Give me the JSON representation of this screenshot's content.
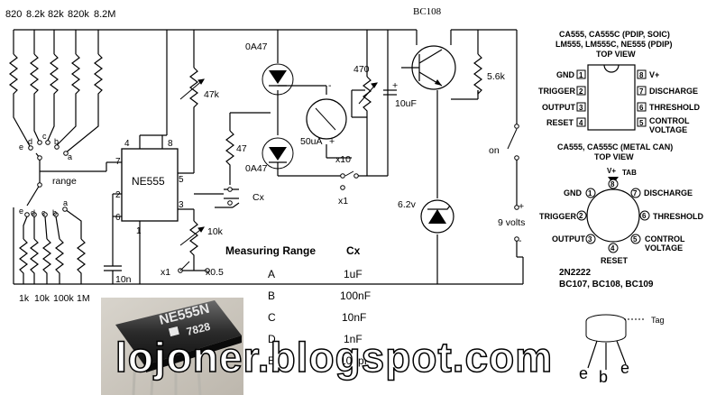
{
  "top_labels": {
    "resistors_top": [
      "820",
      "8.2k",
      "82k",
      "820k",
      "8.2M"
    ],
    "transistor": "BC108"
  },
  "component_labels": {
    "diode_top": "0A47",
    "diode_bottom": "0A47",
    "r_47k": "47k",
    "r_47": "47",
    "r_470": "470",
    "r_5_6k": "5.6k",
    "cap_10uF": "10uF",
    "meter": "50uA",
    "meter_plus": "+",
    "meter_minus": "-",
    "cap_plus": "+",
    "x10": "x10",
    "x1_mid": "x1",
    "cx": "Cx",
    "zener": "6.2v",
    "on": "on",
    "battery_plus": "+",
    "battery": "9 volts",
    "battery_minus": "-",
    "r_10k_pot": "10k",
    "x1_bottom": "x1",
    "x05": "x0.5",
    "cap_10n": "10n",
    "range": "range",
    "resistors_bottom": [
      "1k",
      "10k",
      "100k",
      "1M"
    ],
    "switch_top_letters": [
      "e",
      "d",
      "c",
      "b",
      "a"
    ],
    "switch_bottom_letters": [
      "e",
      "d",
      "c",
      "b",
      "a"
    ]
  },
  "ic": {
    "name": "NE555",
    "pins": {
      "p1": "1",
      "p2": "2",
      "p3": "3",
      "p4": "4",
      "p5": "5",
      "p6": "6",
      "p7": "7",
      "p8": "8"
    }
  },
  "range_table": {
    "header_range": "Measuring Range",
    "header_cx": "Cx",
    "rows": [
      {
        "range": "A",
        "cx": "1uF"
      },
      {
        "range": "B",
        "cx": "100nF"
      },
      {
        "range": "C",
        "cx": "10nF"
      },
      {
        "range": "D",
        "cx": "1nF"
      },
      {
        "range": "E",
        "cx": "100pF"
      }
    ]
  },
  "pinout_dip": {
    "title_line1": "CA555, CA555C (PDIP, SOIC)",
    "title_line2": "LM555, LM555C, NE555 (PDIP)",
    "view": "TOP VIEW",
    "left": [
      {
        "num": "1",
        "name": "GND"
      },
      {
        "num": "2",
        "name": "TRIGGER"
      },
      {
        "num": "3",
        "name": "OUTPUT"
      },
      {
        "num": "4",
        "name": "RESET"
      }
    ],
    "right": [
      {
        "num": "8",
        "name": "V+"
      },
      {
        "num": "7",
        "name": "DISCHARGE"
      },
      {
        "num": "6",
        "name": "THRESHOLD"
      },
      {
        "num": "5",
        "name": "CONTROL",
        "name2": "VOLTAGE"
      }
    ]
  },
  "pinout_can": {
    "title": "CA555, CA555C (METAL CAN)",
    "view": "TOP VIEW",
    "vplus": "V+",
    "tab": "TAB",
    "pins": [
      {
        "num": "8"
      },
      {
        "num": "7",
        "name": "DISCHARGE"
      },
      {
        "num": "6",
        "name": "THRESHOLD"
      },
      {
        "num": "5",
        "name": "CONTROL",
        "name2": "VOLTAGE"
      },
      {
        "num": "4",
        "name": "RESET"
      },
      {
        "num": "3",
        "name": "OUTPUT"
      },
      {
        "num": "2",
        "name": "TRIGGER"
      },
      {
        "num": "1",
        "name": "GND"
      }
    ]
  },
  "transistor_pkg": {
    "line1": "2N2222",
    "line2": "BC107, BC108, BC109",
    "tag": "Tag",
    "leads": [
      "e",
      "b",
      "e"
    ]
  },
  "photo": {
    "chip_text1": "NE555N",
    "chip_text2": "7828"
  },
  "watermark": "lojoner.blogspot.com"
}
